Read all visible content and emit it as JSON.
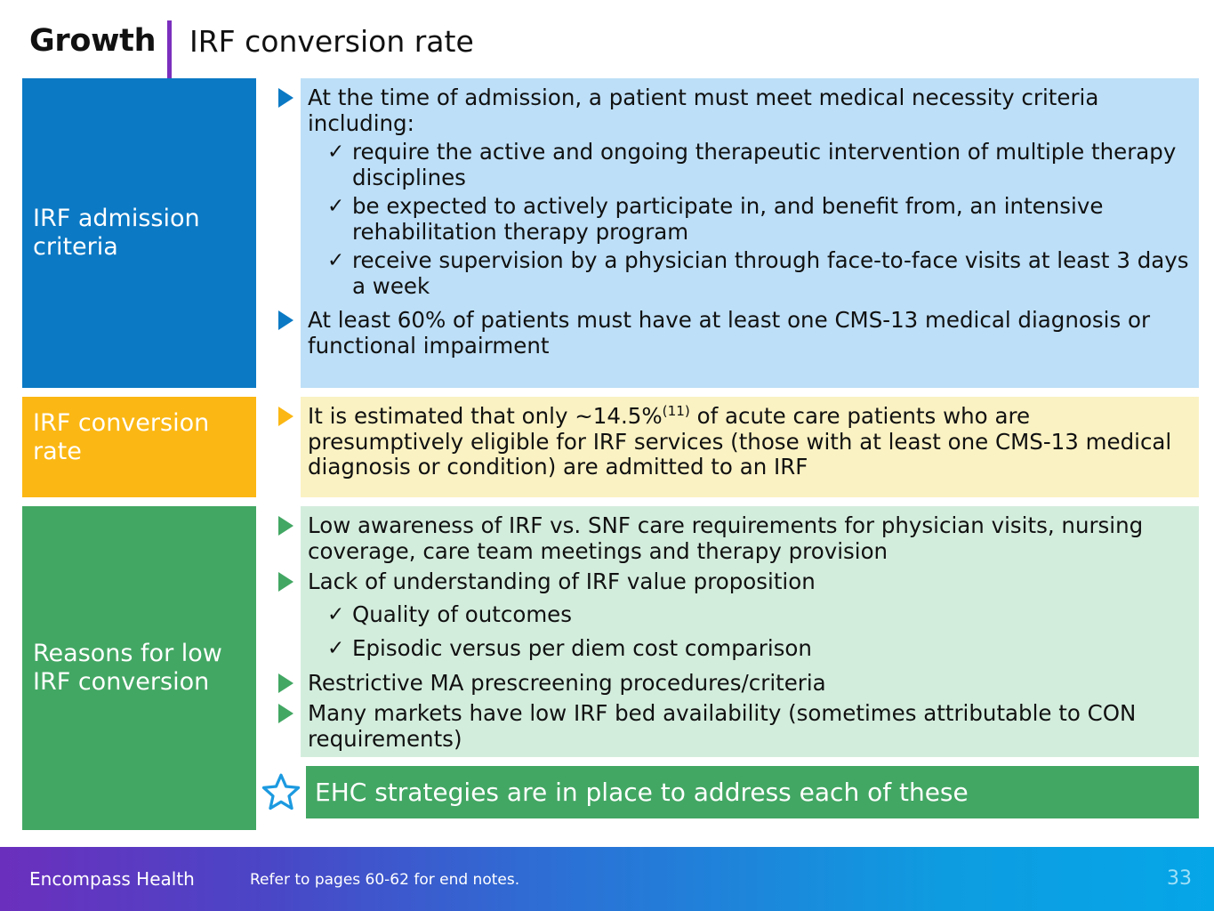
{
  "header": {
    "growth_label": "Growth",
    "subtitle": "IRF conversion rate",
    "divider_color": "#7B2FBE"
  },
  "sections": [
    {
      "id": "irf-admission-criteria",
      "label": "IRF admission criteria",
      "label_color": "#0B79C4",
      "content_color": "#BDDFF7",
      "bullets": [
        {
          "text": "At the time of admission, a patient must meet medical necessity criteria including:",
          "subs": [
            "require the active and ongoing therapeutic intervention of multiple therapy disciplines",
            "be expected to actively participate in, and benefit from, an intensive rehabilitation therapy program",
            "receive supervision by a physician through face-to-face visits at least 3 days a week"
          ]
        },
        {
          "text": "At least 60% of patients must have at least one CMS-13 medical diagnosis or functional impairment",
          "subs": []
        }
      ]
    },
    {
      "id": "irf-conversion-rate",
      "label": "IRF conversion rate",
      "label_color": "#FBB713",
      "content_color": "#FAF2C3",
      "bullets": [
        {
          "text_pre": "It is estimated that only ~14.5%",
          "superscript": "(11)",
          "text_post": " of acute care patients who are presumptively eligible for IRF services (those with at least one CMS-13 medical diagnosis or condition) are admitted to an IRF",
          "subs": []
        }
      ]
    },
    {
      "id": "reasons-for-low-irf-conversion",
      "label": "Reasons for low IRF conversion",
      "label_color": "#42A763",
      "content_color": "#D3EDDD",
      "bullets": [
        {
          "text": "Low awareness of IRF vs. SNF care requirements for physician visits, nursing coverage, care team meetings and therapy provision",
          "subs": []
        },
        {
          "text": "Lack of understanding of IRF value proposition",
          "subs": [
            "Quality of outcomes",
            "Episodic versus per diem cost comparison"
          ]
        },
        {
          "text": "Restrictive MA prescreening procedures/criteria",
          "subs": []
        },
        {
          "text": "Many markets have low IRF bed availability (sometimes attributable to CON requirements)",
          "subs": []
        }
      ]
    }
  ],
  "banner": {
    "text": "EHC strategies are in place to address each of these",
    "background_color": "#42A763",
    "star_color": "#1C9AE0"
  },
  "footer": {
    "brand": "Encompass Health",
    "note": "Refer to pages 60-62 for end notes.",
    "page_number": "33",
    "page_number_color": "#9FE0F7"
  }
}
